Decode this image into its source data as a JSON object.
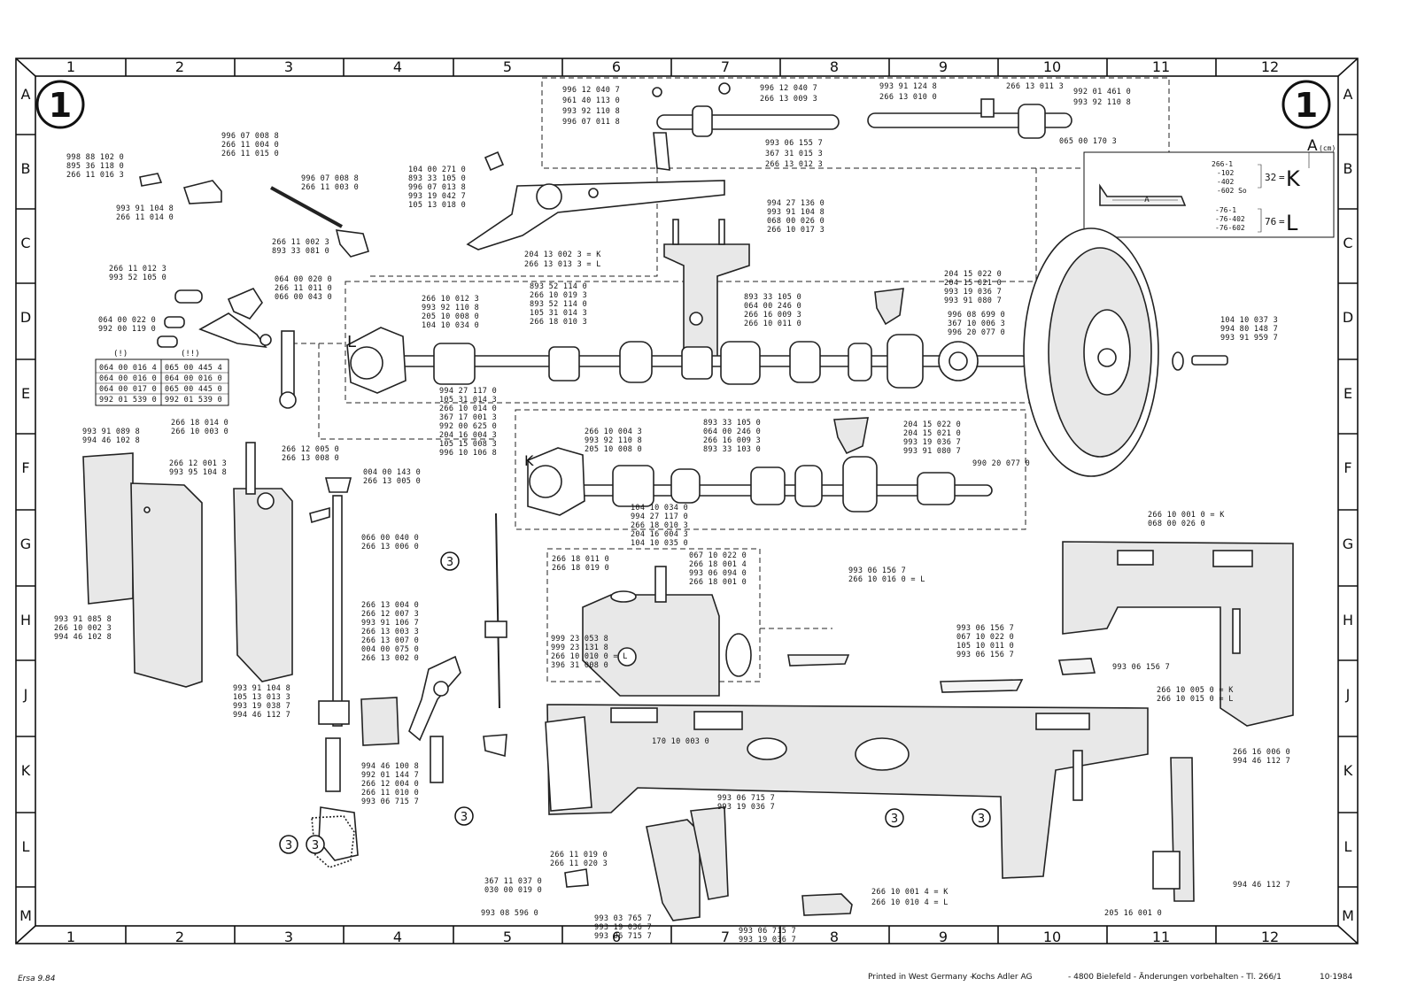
{
  "sheet": {
    "number": "1",
    "footer_left": "Ersa 9.84",
    "footer_printed": "Printed in West Germany -",
    "footer_company": "Kochs Adler AG",
    "footer_rest": "- 4800 Bielefeld - Änderungen vorbehalten - Tl. 266/1",
    "footer_date": "10·1984"
  },
  "grid": {
    "columns": [
      "1",
      "2",
      "3",
      "4",
      "5",
      "6",
      "7",
      "8",
      "9",
      "10",
      "11",
      "12"
    ],
    "rows": [
      "A",
      "B",
      "C",
      "D",
      "E",
      "F",
      "G",
      "H",
      "J",
      "K",
      "L",
      "M"
    ]
  },
  "legend": {
    "unit_label": "A",
    "unit_note": "(cm)",
    "k_codes": [
      "266-1",
      "-102",
      "-402",
      "-602 So"
    ],
    "k_value": "32",
    "k_letter": "K",
    "l_codes": [
      "-76-1",
      "-76-402",
      "-76-602"
    ],
    "l_value": "76",
    "l_letter": "L",
    "dim_letter": "A"
  },
  "table": {
    "head": [
      "(!)",
      "(!!)"
    ],
    "rows": [
      [
        "064 00 016 4",
        "065 00 445 4"
      ],
      [
        "064 00 016 0",
        "064 00 016 0"
      ],
      [
        "064 00 017 0",
        "065 00 445 0"
      ],
      [
        "992 01 539 0",
        "992 01 539 0"
      ]
    ]
  },
  "callouts": [
    "3",
    "3",
    "3",
    "3",
    "3",
    "3"
  ],
  "markers": {
    "L": "L",
    "K": "K"
  },
  "labels": {
    "A_top": [
      "996 12 040 7",
      "961 40 113 0",
      "993 92 110 8",
      "996 07 011 8"
    ],
    "A_top2": [
      "996 12 040 7",
      "266 13 009 3"
    ],
    "A_top3": [
      "993 91 124 8",
      "266 13 010 0"
    ],
    "A_top4": [
      "266 13 011 3"
    ],
    "A_top5": [
      "992 01 461 0",
      "993 92 110 8"
    ],
    "A_top6": [
      "065 00 170 3"
    ],
    "A_top7": [
      "993 06 155 7",
      "367 31 015 3",
      "266 13 012 3"
    ],
    "B_left": [
      "996 07 008 8",
      "266 11 004 0",
      "266 11 015 0"
    ],
    "B_left2": [
      "998 88 102 0",
      "895 36 118 0",
      "266 11 016 3"
    ],
    "B_left3": [
      "993 91 104 8",
      "266 11 014 0"
    ],
    "B_rod": [
      "996 07 008 8",
      "266 11 003 0"
    ],
    "C_bracket": [
      "266 11 002 3",
      "893 33 081 0"
    ],
    "B_lever": [
      "104 00 271 0",
      "893 33 105 0",
      "996 07 013 8",
      "993 19 042 7",
      "105 13 018 0"
    ],
    "C_lever": [
      "204 13 002 3 = K",
      "266 13 013 3 = L"
    ],
    "C_post": [
      "994 27 136 0",
      "993 91 104 8",
      "068 00 026 0",
      "266 10 017 3"
    ],
    "D_left": [
      "266 11 012 3",
      "993 52 105 0"
    ],
    "D_left2": [
      "064 00 020 0",
      "266 11 011 0",
      "066 00 043 0"
    ],
    "D_left3": [
      "064 00 022 0",
      "992 00 119 0"
    ],
    "D_shaft1": [
      "266 10 012 3",
      "993 92 110 8",
      "205 10 008 0",
      "104 10 034 0"
    ],
    "D_shaft2": [
      "893 52 114 0",
      "266 10 019 3",
      "893 52 114 0",
      "105 31 014 3",
      "266 18 010 3"
    ],
    "D_shaft3": [
      "893 33 105 0",
      "064 00 246 0",
      "266 16 009 3",
      "266 10 011 0"
    ],
    "D_shaft4": [
      "204 15 022 0",
      "204 15 021 0",
      "993 19 036 7",
      "993 91 080 7"
    ],
    "D_shaft5": [
      "996 08 699 0",
      "367 10 006 3",
      "996 20 077 0"
    ],
    "D_wheel": [
      "104 10 037 3",
      "994 80 148 7",
      "993 91 959 7"
    ],
    "E_shaft": [
      "994 27 117 0",
      "105 31 014 3",
      "266 10 014 0",
      "367 17 001 3",
      "992 00 625 0",
      "204 16 004 3",
      "105 15 008 3",
      "996 10 106 8"
    ],
    "E_plate": [
      "993 91 089 8",
      "994 46 102 8"
    ],
    "E_mid": [
      "266 18 014 0",
      "266 10 003 0"
    ],
    "F_mid": [
      "266 12 005 0",
      "266 13 008 0"
    ],
    "F_mid2": [
      "266 12 001 3",
      "993 95 104 8"
    ],
    "F_mid3": [
      "004 00 143 0",
      "266 13 005 0"
    ],
    "F_shaft": [
      "266 10 004 3",
      "993 92 110 8",
      "205 10 008 0"
    ],
    "F_shaft2": [
      "893 33 105 0",
      "064 00 246 0",
      "266 16 009 3",
      "893 33 103 0"
    ],
    "F_shaft3": [
      "204 15 022 0",
      "204 15 021 0",
      "993 19 036 7",
      "993 91 080 7"
    ],
    "F_shaft4": [
      "990 20 077 0"
    ],
    "F_shaft5": [
      "104 10 034 0",
      "994 27 117 0",
      "266 18 010 3",
      "204 16 004 3",
      "104 10 035 0"
    ],
    "G_bar": [
      "066 00 040 0",
      "266 13 006 0"
    ],
    "G_box": [
      "266 18 011 0",
      "266 18 019 0"
    ],
    "G_box2": [
      "067 10 022 0",
      "266 18 001 4",
      "993 06 094 0",
      "266 18 001 0"
    ],
    "G_plate": [
      "993 06 156 7",
      "266 10 016 0 = L"
    ],
    "G_arm": [
      "266 10 001 0 = K",
      "068 00 026 0"
    ],
    "H_left": [
      "993 91 085 8",
      "266 10 002 3",
      "994 46 102 8"
    ],
    "H_mid": [
      "266 13 004 0",
      "266 12 007 3",
      "993 91 106 7",
      "266 13 003 3",
      "266 13 007 0",
      "004 00 075 0",
      "266 13 002 0"
    ],
    "H_box": [
      "999 23 053 8",
      "999 23 131 8",
      "266 10 010 0 = L",
      "396 31 008 0"
    ],
    "H_right": [
      "993 06 156 7",
      "067 10 022 0",
      "105 10 011 0",
      "993 06 156 7"
    ],
    "H_right2": [
      "993 06 156 7"
    ],
    "J_right": [
      "266 10 005 0 = K",
      "266 10 015 0 = L"
    ],
    "J_left": [
      "993 91 104 8",
      "105 13 013 3",
      "993 19 038 7",
      "994 46 112 7"
    ],
    "K_left": [
      "994 46 100 8",
      "992 01 144 7",
      "266 12 004 0",
      "266 11 010 0",
      "993 06 715 7"
    ],
    "K_bed": [
      "170 10 003 0"
    ],
    "K_right": [
      "266 16 006 0",
      "994 46 112 7"
    ],
    "L_mid": [
      "993 06 715 7",
      "993 19 036 7"
    ],
    "L_bed": [
      "266 11 019 0",
      "266 11 020 3"
    ],
    "L_foot": [
      "367 11 037 0",
      "030 00 019 0"
    ],
    "L_foot2": [
      "993 08 596 0"
    ],
    "L_guard": [
      "993 03 765 7",
      "993 19 036 7",
      "993 06 715 7"
    ],
    "L_guard2": [
      "993 06 715 7",
      "993 19 036 7"
    ],
    "L_handle": [
      "266 10 001 4 = K",
      "266 10 010 4 = L"
    ],
    "L_right": [
      "994 46 112 7"
    ],
    "L_right2": [
      "205 16 001 0"
    ]
  }
}
